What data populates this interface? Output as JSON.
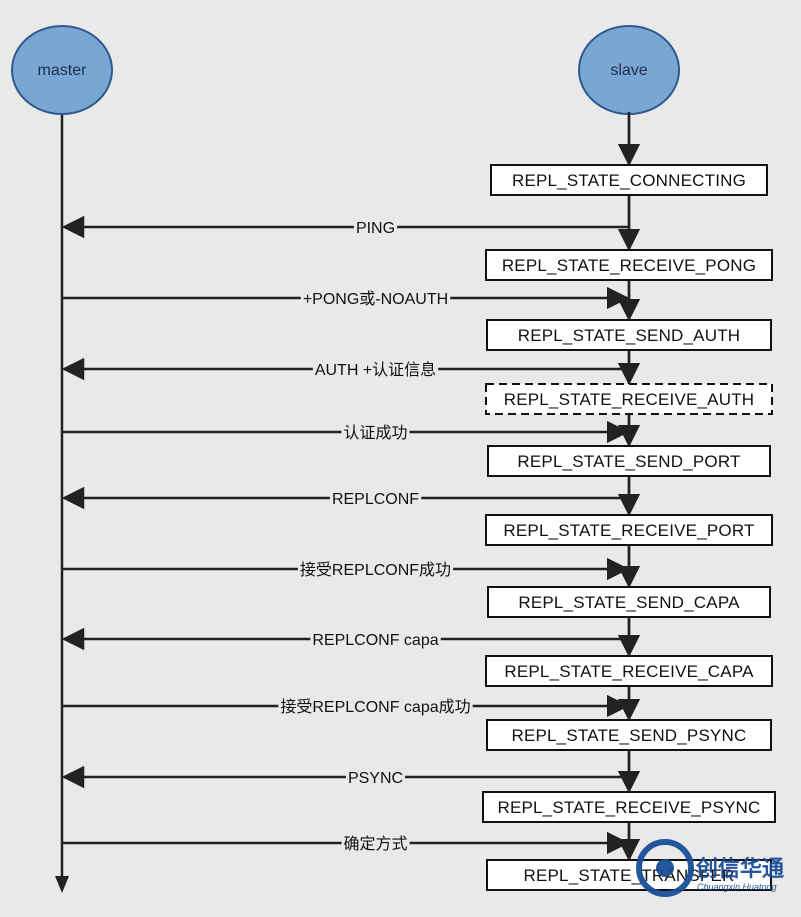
{
  "actors": {
    "master": "master",
    "slave": "slave"
  },
  "states": [
    {
      "label": "REPL_STATE_CONNECTING",
      "style": "solid"
    },
    {
      "label": "REPL_STATE_RECEIVE_PONG",
      "style": "solid"
    },
    {
      "label": "REPL_STATE_SEND_AUTH",
      "style": "solid"
    },
    {
      "label": "REPL_STATE_RECEIVE_AUTH",
      "style": "dashed"
    },
    {
      "label": "REPL_STATE_SEND_PORT",
      "style": "solid"
    },
    {
      "label": "REPL_STATE_RECEIVE_PORT",
      "style": "solid"
    },
    {
      "label": "REPL_STATE_SEND_CAPA",
      "style": "solid"
    },
    {
      "label": "REPL_STATE_RECEIVE_CAPA",
      "style": "solid"
    },
    {
      "label": "REPL_STATE_SEND_PSYNC",
      "style": "solid"
    },
    {
      "label": "REPL_STATE_RECEIVE_PSYNC",
      "style": "solid"
    },
    {
      "label": "REPL_STATE_TRANSFER",
      "style": "solid"
    }
  ],
  "messages": [
    {
      "label": "PING",
      "direction": "to_master"
    },
    {
      "label": "+PONG或-NOAUTH",
      "direction": "to_slave"
    },
    {
      "label": "AUTH +认证信息",
      "direction": "to_master"
    },
    {
      "label": "认证成功",
      "direction": "to_slave"
    },
    {
      "label": "REPLCONF",
      "direction": "to_master"
    },
    {
      "label": "接受REPLCONF成功",
      "direction": "to_slave"
    },
    {
      "label": "REPLCONF capa",
      "direction": "to_master"
    },
    {
      "label": "接受REPLCONF capa成功",
      "direction": "to_slave"
    },
    {
      "label": "PSYNC",
      "direction": "to_master"
    },
    {
      "label": "确定方式",
      "direction": "to_slave"
    }
  ],
  "watermark": {
    "brand": "创信华通",
    "sub": "Chuangxin Huatong"
  },
  "colors": {
    "background": "#e9e9e9",
    "actor_fill": "#7aa6d4",
    "actor_stroke": "#2f5a8c",
    "line": "#222222",
    "box_fill": "#ffffff",
    "logo": "#1a4f98"
  }
}
